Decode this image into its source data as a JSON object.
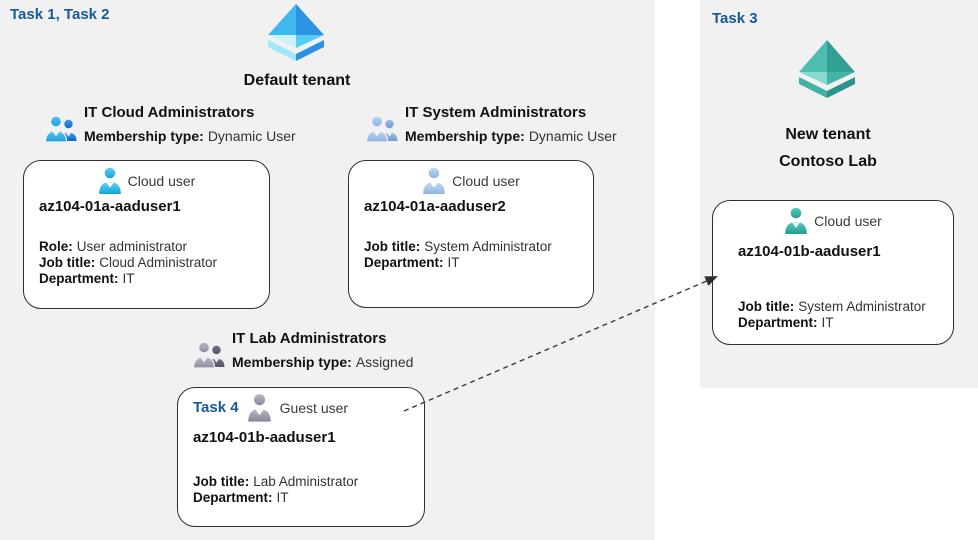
{
  "colors": {
    "panel_background": "#f1f1f1",
    "task_label_blue": "#155a9c",
    "card_border": "#2e2e2e",
    "tenant_icon_blue": "#2b92e4",
    "tenant_icon_light_blue": "#50e6ff",
    "tenant_icon_teal": "#31a093",
    "cloud_user_icon_cyan": "#1fb0e0",
    "cloud_user_icon_pale_blue": "#9fc0e8",
    "guest_user_icon_gray": "#9a9aa8",
    "cloud_user_icon_teal": "#3bb3a7"
  },
  "left_panel": {
    "task_label": "Task 1, Task 2",
    "tenant_name": "Default tenant",
    "groups": [
      {
        "name": "IT Cloud Administrators",
        "membership_label": "Membership type:",
        "membership_value": "Dynamic User"
      },
      {
        "name": "IT System Administrators",
        "membership_label": "Membership type:",
        "membership_value": "Dynamic User"
      },
      {
        "name": "IT Lab Administrators",
        "membership_label": "Membership type:",
        "membership_value": "Assigned"
      }
    ],
    "cards": [
      {
        "user_type": "Cloud user",
        "username": "az104-01a-aaduser1",
        "fields": [
          {
            "label": "Role:",
            "value": "User administrator"
          },
          {
            "label": "Job title:",
            "value": "Cloud Administrator"
          },
          {
            "label": "Department:",
            "value": "IT"
          }
        ]
      },
      {
        "user_type": "Cloud user",
        "username": "az104-01a-aaduser2",
        "fields": [
          {
            "label": "Job title:",
            "value": "System Administrator"
          },
          {
            "label": "Department:",
            "value": "IT"
          }
        ]
      },
      {
        "task_label": "Task 4",
        "user_type": "Guest user",
        "username": "az104-01b-aaduser1",
        "fields": [
          {
            "label": "Job title:",
            "value": "Lab Administrator"
          },
          {
            "label": "Department:",
            "value": "IT"
          }
        ]
      }
    ]
  },
  "right_panel": {
    "task_label": "Task 3",
    "tenant_name_line1": "New tenant",
    "tenant_name_line2": "Contoso Lab",
    "card": {
      "user_type": "Cloud user",
      "username": "az104-01b-aaduser1",
      "fields": [
        {
          "label": "Job title:",
          "value": "System Administrator"
        },
        {
          "label": "Department:",
          "value": "IT"
        }
      ]
    }
  }
}
